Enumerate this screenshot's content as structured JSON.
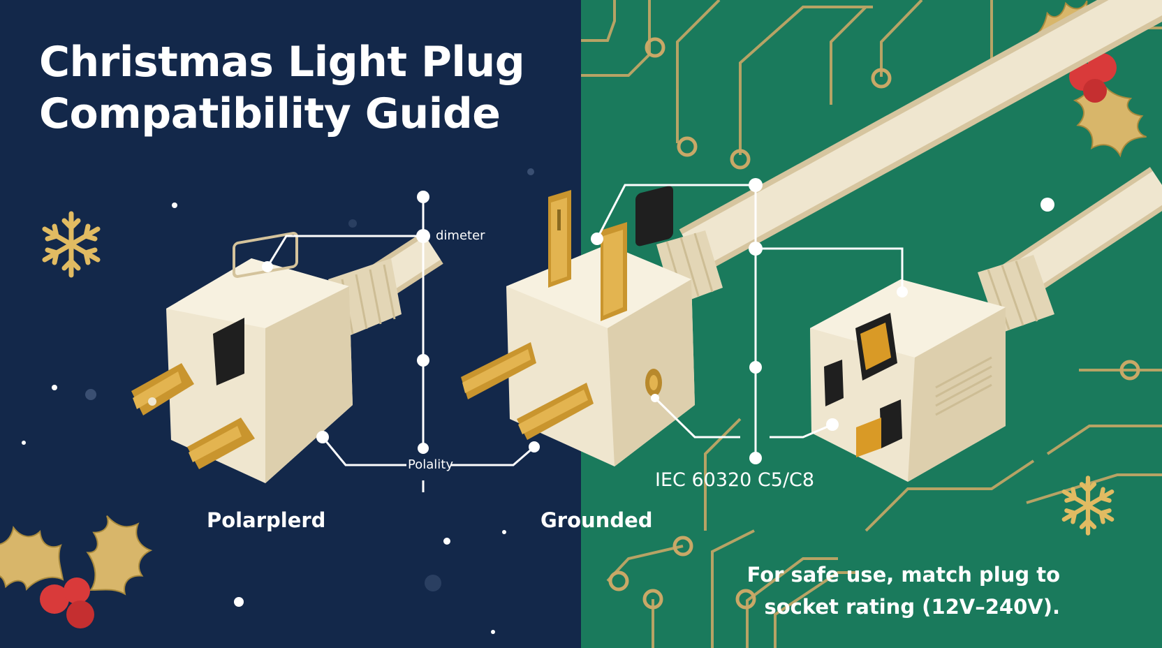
{
  "title": {
    "line1": "Christmas Light Plug",
    "line2": "Compatibility Guide"
  },
  "labels": {
    "polarized": "Polarplerd",
    "grounded": "Grounded",
    "iec": "IEC 60320 C5/C8"
  },
  "callouts": {
    "diameter": "dimeter",
    "polarity": "Polality"
  },
  "note": {
    "line1": "For safe use, match plug to",
    "line2": "socket rating (12V–240V)."
  },
  "colors": {
    "left_bg": "#13284a",
    "right_bg": "#1a7a5c",
    "circuit_gold": "#c9a867",
    "plug_body": "#efe6cf",
    "prong_gold": "#d9a93a",
    "holly_leaf": "#d8b66a",
    "berry_red": "#d93a3a"
  },
  "icons": [
    "snowflake-icon",
    "holly-icon",
    "plug-icon",
    "socket-icon"
  ]
}
